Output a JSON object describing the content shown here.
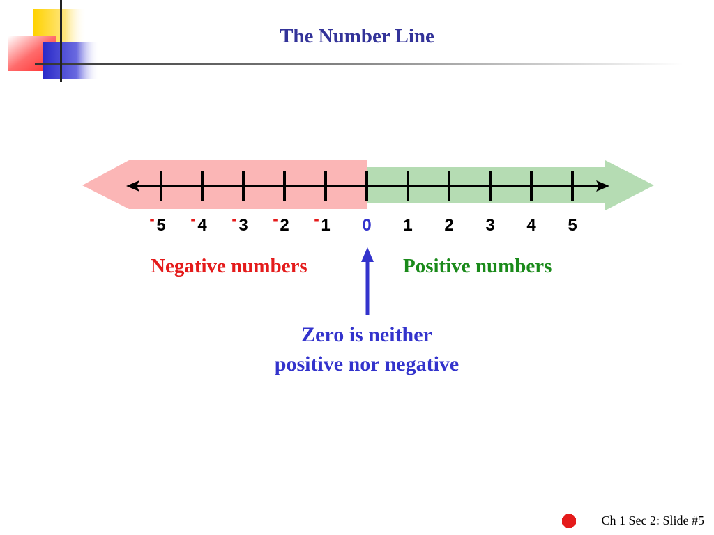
{
  "slide": {
    "title": "The Number Line",
    "footer": "Ch 1 Sec 2: Slide #5"
  },
  "number_line": {
    "ticks": [
      -5,
      -4,
      -3,
      -2,
      -1,
      0,
      1,
      2,
      3,
      4,
      5
    ],
    "labels": [
      "5",
      "4",
      "3",
      "2",
      "1",
      "0",
      "1",
      "2",
      "3",
      "4",
      "5"
    ],
    "minus_sign": "-",
    "negative_region_color": "#fbb6b6",
    "positive_region_color": "#b5dcb3",
    "line_color": "#000000"
  },
  "annotations": {
    "negative": "Negative numbers",
    "positive": "Positive numbers",
    "zero_line1": "Zero is neither",
    "zero_line2": "positive nor negative"
  },
  "colors": {
    "title": "#333399",
    "negative_text": "#e41b1b",
    "positive_text": "#1a8a1a",
    "zero_text": "#3333cc"
  }
}
